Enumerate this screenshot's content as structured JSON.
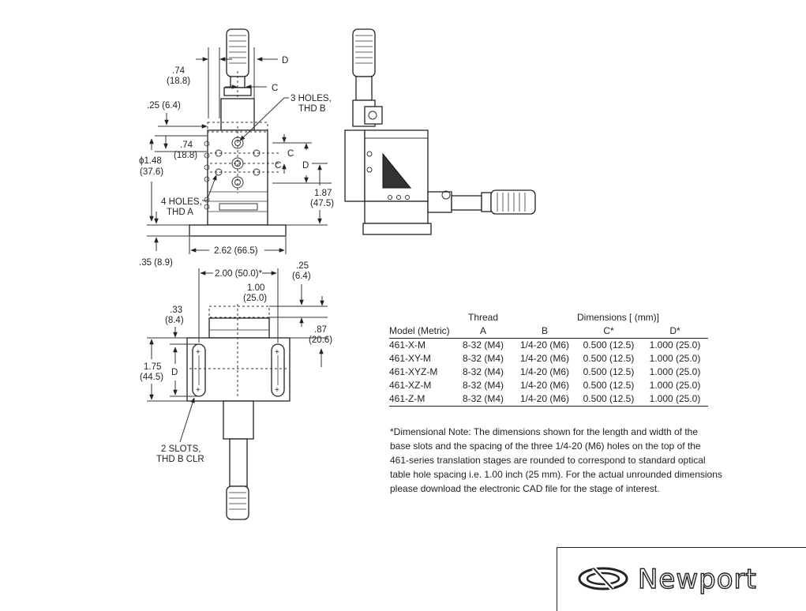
{
  "front_view": {
    "dim_a_in": ".74",
    "dim_a_mm": "(18.8)",
    "label_d_top": "D",
    "label_c_top": "C",
    "dim_b_in": ".25 (6.4)",
    "holes3_line1": "3 HOLES,",
    "holes3_line2": "THD B",
    "dim_c_in": ".74",
    "dim_c_mm": "(18.8)",
    "dim_dia_in": "ϕ1.48",
    "dim_dia_mm": "(37.6)",
    "label_c_right": "C",
    "label_c_mid": "C",
    "label_d_right": "D",
    "holes4_line1": "4 HOLES,",
    "holes4_line2": "THD A",
    "dim_h_in": "1.87",
    "dim_h_mm": "(47.5)",
    "dim_w": "2.62 (66.5)",
    "dim_base": ".35 (8.9)"
  },
  "top_view": {
    "dim_slot_spacing": "2.00 (50.0)*",
    "dim_25_in": ".25",
    "dim_25_mm": "(6.4)",
    "dim_100_in": "1.00",
    "dim_100_mm": "(25.0)",
    "dim_33_in": ".33",
    "dim_33_mm": "(8.4)",
    "dim_87_in": ".87",
    "dim_87_mm": "(20.6)",
    "dim_175_in": "1.75",
    "dim_175_mm": "(44.5)",
    "label_d": "D",
    "slots_line1": "2 SLOTS,",
    "slots_line2": "THD B CLR"
  },
  "table": {
    "group_thread": "Thread",
    "group_dimensions": "Dimensions [ (mm)]",
    "columns": [
      "Model (Metric)",
      "A",
      "B",
      "C*",
      "D*"
    ],
    "rows": [
      [
        "461-X-M",
        "8-32 (M4)",
        "1/4-20 (M6)",
        "0.500 (12.5)",
        "1.000 (25.0)"
      ],
      [
        "461-XY-M",
        "8-32 (M4)",
        "1/4-20 (M6)",
        "0.500 (12.5)",
        "1.000 (25.0)"
      ],
      [
        "461-XYZ-M",
        "8-32 (M4)",
        "1/4-20 (M6)",
        "0.500 (12.5)",
        "1.000 (25.0)"
      ],
      [
        "461-XZ-M",
        "8-32 (M4)",
        "1/4-20 (M6)",
        "0.500 (12.5)",
        "1.000 (25.0)"
      ],
      [
        "461-Z-M",
        "8-32 (M4)",
        "1/4-20 (M6)",
        "0.500 (12.5)",
        "1.000 (25.0)"
      ]
    ]
  },
  "note": {
    "lines": [
      "*Dimensional Note: The dimensions shown for the length and width of the",
      "base slots and the spacing of the three 1/4-20 (M6) holes on the top of the",
      "461-series translation stages are rounded to correspond to standard optical",
      "table hole spacing i.e. 1.00 inch (25 mm). For the actual unrounded dimensions",
      "please download the electronic CAD file for the stage of interest."
    ]
  },
  "logo": {
    "brand": "Newport",
    "icon": "newport-logo-icon"
  }
}
